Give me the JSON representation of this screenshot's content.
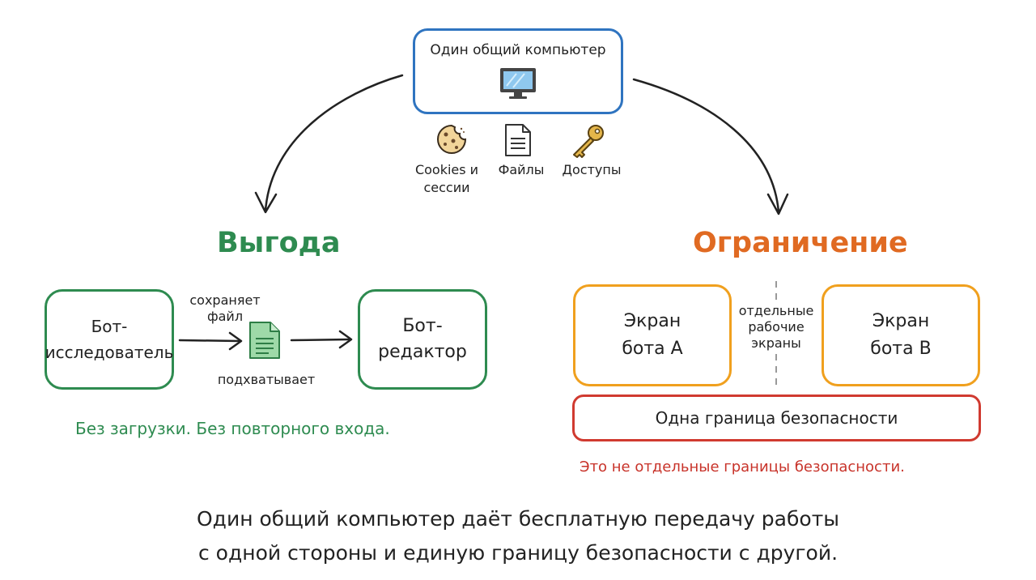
{
  "computer": {
    "title": "Один общий компьютер",
    "icon": "monitor-icon"
  },
  "resources": [
    {
      "label_line1": "Cookies и",
      "label_line2": "сессии",
      "icon": "cookie-icon"
    },
    {
      "label_line1": "Файлы",
      "icon": "file-icon"
    },
    {
      "label_line1": "Доступы",
      "icon": "key-icon"
    }
  ],
  "benefit": {
    "heading": "Выгода",
    "bot_researcher_line1": "Бот-",
    "bot_researcher_line2": "исследователь",
    "action_top_line1": "сохраняет",
    "action_top_line2": "файл",
    "action_bottom": "подхватывает",
    "bot_editor_line1": "Бот-",
    "bot_editor_line2": "редактор",
    "caption": "Без загрузки. Без повторного входа.",
    "color": "#2e8b50"
  },
  "limitation": {
    "heading": "Ограничение",
    "screen_a_line1": "Экран",
    "screen_a_line2": "бота A",
    "separator_line1": "отдельные",
    "separator_line2": "рабочие",
    "separator_line3": "экраны",
    "screen_b_line1": "Экран",
    "screen_b_line2": "бота B",
    "security_boundary": "Одна граница безопасности",
    "caption": "Это не отдельные границы безопасности.",
    "color": "#e06a22",
    "security_color": "#d03a30"
  },
  "footer": {
    "line1": "Один общий компьютер даёт бесплатную передачу работы",
    "line2": "с одной стороны и единую границу безопасности с другой."
  }
}
